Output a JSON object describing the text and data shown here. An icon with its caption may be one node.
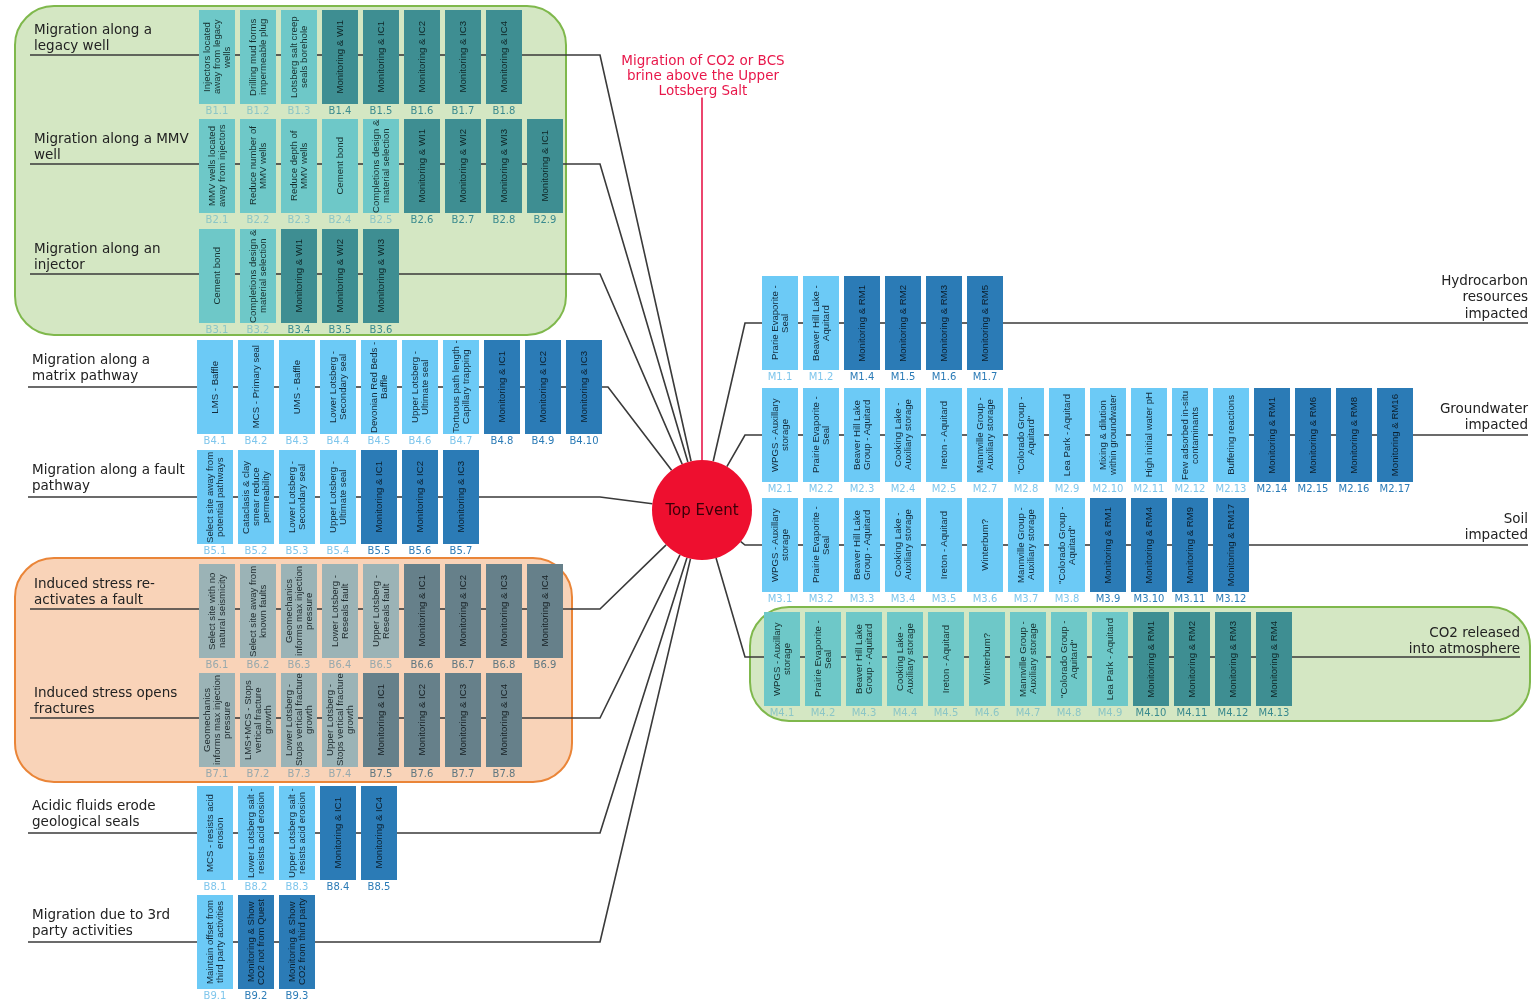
{
  "diagram": {
    "nodes": [
      {
        "text": [],
        "shape": "box"
      },
      {
        "text": [
          "Migration along a legacy well"
        ],
        "in": 0
      },
      {
        "text": [
          "Injectors located away from legacy wells"
        ],
        "beside": [
          "B1.1"
        ],
        "in": 0
      },
      {
        "text": [
          "Drilling mud forms impermeable plug"
        ],
        "beside": [
          "B1.2"
        ],
        "in": 0
      },
      {
        "text": [
          "Lotsberg salt creep seals borehole"
        ],
        "beside": [
          "B1.3"
        ],
        "in": 0
      },
      {
        "text": [
          "Monitoring & WI1"
        ],
        "beside": [
          "B1.4"
        ],
        "in": 0
      },
      {
        "text": [
          "Monitoring & IC1"
        ],
        "beside": [
          "B1.5"
        ],
        "in": 0
      },
      {
        "text": [
          "Monitoring & IC2"
        ],
        "beside": [
          "B1.6"
        ],
        "in": 0
      },
      {
        "text": [
          "Monitoring & IC3"
        ],
        "beside": [
          "B1.7"
        ],
        "in": 0
      },
      {
        "text": [
          "Monitoring & IC4"
        ],
        "beside": [
          "B1.8"
        ],
        "in": 0
      },
      {
        "text": [
          "Migration along a MMV well"
        ],
        "in": 0
      },
      {
        "text": [
          "MMV wells located away from injectors"
        ],
        "beside": [
          "B2.1"
        ],
        "in": 0
      },
      {
        "text": [
          "Reduce number of MMV wells"
        ],
        "beside": [
          "B2.2"
        ],
        "in": 0
      },
      {
        "text": [
          "Reduce depth of MMV wells"
        ],
        "beside": [
          "B2.3"
        ],
        "in": 0
      },
      {
        "text": [
          "Cement bond"
        ],
        "beside": [
          "B2.4"
        ],
        "in": 0
      },
      {
        "text": [
          "Completions design & material selection"
        ],
        "beside": [
          "B2.5"
        ],
        "in": 0
      },
      {
        "text": [
          "Monitoring & WI1"
        ],
        "beside": [
          "B2.6"
        ],
        "in": 0
      },
      {
        "text": [
          "Monitoring & WI2"
        ],
        "beside": [
          "B2.7"
        ],
        "in": 0
      },
      {
        "text": [
          "Monitoring & WI3"
        ],
        "beside": [
          "B2.8"
        ],
        "in": 0
      },
      {
        "text": [
          "Monitoring & IC1"
        ],
        "beside": [
          "B2.9"
        ],
        "in": 0
      },
      {
        "text": [
          "Migration along an injector"
        ],
        "in": 0
      },
      {
        "text": [
          "Cement bond"
        ],
        "beside": [
          "B3.1"
        ],
        "in": 0
      },
      {
        "text": [
          "Completions design & material selection"
        ],
        "beside": [
          "B3.2"
        ],
        "in": 0
      },
      {
        "text": [
          "Monitoring & WI1"
        ],
        "beside": [
          "B3.4"
        ],
        "in": 0
      },
      {
        "text": [
          "Monitoring & WI2"
        ],
        "beside": [
          "B3.5"
        ],
        "in": 0
      },
      {
        "text": [
          "Monitoring & WI3"
        ],
        "beside": [
          "B3.6"
        ],
        "in": 0
      },
      {
        "text": [
          "Migration along a matrix pathway"
        ]
      },
      {
        "text": [
          "LMS - Baffle"
        ],
        "beside": [
          "B4.1"
        ]
      },
      {
        "text": [
          "MCS - Primary seal"
        ],
        "beside": [
          "B4.2"
        ]
      },
      {
        "text": [
          "UMS - Baffle"
        ],
        "beside": [
          "B4.3"
        ]
      },
      {
        "text": [
          "Lower Lotsberg - Secondary seal"
        ],
        "beside": [
          "B4.4"
        ]
      },
      {
        "text": [
          "Devonian Red Beds - Baffle"
        ],
        "beside": [
          "B4.5"
        ]
      },
      {
        "text": [
          "Upper Lotsberg - Ultimate seal"
        ],
        "beside": [
          "B4.6"
        ]
      },
      {
        "text": [
          "Tortuous path length - Capillary trapping"
        ],
        "beside": [
          "B4.7"
        ]
      },
      {
        "text": [
          "Monitoring & IC1"
        ],
        "beside": [
          "B4.8"
        ]
      },
      {
        "text": [
          "Monitoring & IC2"
        ],
        "beside": [
          "B4.9"
        ]
      },
      {
        "text": [
          "Monitoring & IC3"
        ],
        "beside": [
          "B4.10"
        ]
      },
      {
        "text": [
          "Migration along a fault pathway"
        ]
      },
      {
        "text": [
          "Select site away from potential pathways"
        ],
        "beside": [
          "B5.1"
        ]
      },
      {
        "text": [
          "Cataclasis & clay smear reduce permeability"
        ],
        "beside": [
          "B5.2"
        ]
      },
      {
        "text": [
          "Lower Lotsberg - Secondary seal"
        ],
        "beside": [
          "B5.3"
        ]
      },
      {
        "text": [
          "Upper Lotsberg - Ultimate seal"
        ],
        "beside": [
          "B5.4"
        ]
      },
      {
        "text": [
          "Monitoring & IC1"
        ],
        "beside": [
          "B5.5"
        ]
      },
      {
        "text": [
          "Monitoring & IC2"
        ],
        "beside": [
          "B5.6"
        ]
      },
      {
        "text": [
          "Monitoring & IC3"
        ],
        "beside": [
          "B5.7"
        ]
      },
      {
        "text": [],
        "shape": "box"
      },
      {
        "text": [
          "Induced stress re-activates a fault"
        ],
        "in": 45
      },
      {
        "text": [
          "Select site with no natural seismicity"
        ],
        "beside": [
          "B6.1"
        ],
        "in": 45
      },
      {
        "text": [
          "Select site away from known faults"
        ],
        "beside": [
          "B6.2"
        ],
        "in": 45
      },
      {
        "text": [
          "Geomechanics informs max injection pressure"
        ],
        "beside": [
          "B6.3"
        ],
        "in": 45
      },
      {
        "text": [
          "Lower Lotsberg - Reseals fault"
        ],
        "beside": [
          "B6.4"
        ],
        "in": 45
      },
      {
        "text": [
          "Upper Lotsberg - Reseals fault"
        ],
        "beside": [
          "B6.5"
        ],
        "in": 45
      },
      {
        "text": [
          "Monitoring & IC1"
        ],
        "beside": [
          "B6.6"
        ],
        "in": 45
      },
      {
        "text": [
          "Monitoring & IC2"
        ],
        "beside": [
          "B6.7"
        ],
        "in": 45
      },
      {
        "text": [
          "Monitoring & IC3"
        ],
        "beside": [
          "B6.8"
        ],
        "in": 45
      },
      {
        "text": [
          "Monitoring & IC4"
        ],
        "beside": [
          "B6.9"
        ],
        "in": 45
      },
      {
        "text": [
          "Induced stress opens fractures"
        ],
        "in": 45
      },
      {
        "text": [
          "Geomechanics informs max injection pressure"
        ],
        "beside": [
          "B7.1"
        ],
        "in": 45
      },
      {
        "text": [
          "LMS+MCS - Stops vertical fracture growth"
        ],
        "beside": [
          "B7.2"
        ],
        "in": 45
      },
      {
        "text": [
          "Lower Lotsberg - Stops vertical fracture growth"
        ],
        "beside": [
          "B7.3"
        ],
        "in": 45
      },
      {
        "text": [
          "Upper Lotsberg - Stops vertical fracture growth"
        ],
        "beside": [
          "B7.4"
        ],
        "in": 45
      },
      {
        "text": [
          "Monitoring & IC1"
        ],
        "beside": [
          "B7.5"
        ],
        "in": 45
      },
      {
        "text": [
          "Monitoring & IC2"
        ],
        "beside": [
          "B7.6"
        ],
        "in": 45
      },
      {
        "text": [
          "Monitoring & IC3"
        ],
        "beside": [
          "B7.7"
        ],
        "in": 45
      },
      {
        "text": [
          "Monitoring & IC4"
        ],
        "beside": [
          "B7.8"
        ],
        "in": 45
      },
      {
        "text": [
          "Acidic fluids erode geological seals"
        ]
      },
      {
        "text": [
          "MCS - resists acid erosion"
        ],
        "beside": [
          "B8.1"
        ]
      },
      {
        "text": [
          "Lower Lotsberg salt - resists acid erosion"
        ],
        "beside": [
          "B8.2"
        ]
      },
      {
        "text": [
          "Upper Lotsberg salt - resists acid erosion"
        ],
        "beside": [
          "B8.3"
        ]
      },
      {
        "text": [
          "Monitoring & IC1"
        ],
        "beside": [
          "B8.4"
        ]
      },
      {
        "text": [
          "Monitoring & IC4"
        ],
        "beside": [
          "B8.5"
        ]
      },
      {
        "text": [
          "Migration due to 3rd party activities"
        ]
      },
      {
        "text": [
          "Maintain offset from third party activities"
        ],
        "beside": [
          "B9.1"
        ]
      },
      {
        "text": [
          "Monitoring & Show CO2 not from Quest"
        ],
        "beside": [
          "B9.2"
        ]
      },
      {
        "text": [
          "Monitoring & Show CO2 from third party"
        ],
        "beside": [
          "B9.3"
        ]
      },
      {
        "text": [
          "Migration of CO2 or BCS brine above the Upper Lotsberg Salt"
        ]
      },
      {
        "text": [
          "Top Event"
        ]
      },
      {
        "text": [
          "Prarie Evaporite - Seal"
        ],
        "beside": [
          "M1.1"
        ]
      },
      {
        "text": [
          "Beaver Hill Lake - Aquitard"
        ],
        "beside": [
          "M1.2"
        ]
      },
      {
        "text": [
          "Monitoring & RM1"
        ],
        "beside": [
          "M1.4"
        ]
      },
      {
        "text": [
          "Monitoring & RM2"
        ],
        "beside": [
          "M1.5"
        ]
      },
      {
        "text": [
          "Monitoring & RM3"
        ],
        "beside": [
          "M1.6"
        ]
      },
      {
        "text": [
          "Monitoring & RM5"
        ],
        "beside": [
          "M1.7"
        ]
      },
      {
        "text": [
          "Hydrocarbon resources impacted"
        ]
      },
      {
        "text": [
          "WPGS - Auxillary storage"
        ],
        "beside": [
          "M2.1"
        ]
      },
      {
        "text": [
          "Prairie Evaporite - Seal"
        ],
        "beside": [
          "M2.2"
        ]
      },
      {
        "text": [
          "Beaver Hill Lake Group - Aquitard"
        ],
        "beside": [
          "M2.3"
        ]
      },
      {
        "text": [
          "Cooking Lake - Auxiliary storage"
        ],
        "beside": [
          "M2.4"
        ]
      },
      {
        "text": [
          "Ireton - Aquitard"
        ],
        "beside": [
          "M2.5"
        ]
      },
      {
        "text": [
          "Mannville Group - Auxiliary storage"
        ],
        "beside": [
          "M2.7"
        ]
      },
      {
        "text": [
          "\"Colorado Group - Aquitard\""
        ],
        "beside": [
          "M2.8"
        ]
      },
      {
        "text": [
          "Lea Park - Aquitard"
        ],
        "beside": [
          "M2.9"
        ]
      },
      {
        "text": [
          "Mixing & dilution within groundwater"
        ],
        "beside": [
          "M2.10"
        ]
      },
      {
        "text": [
          "High initial water pH"
        ],
        "beside": [
          "M2.11"
        ]
      },
      {
        "text": [
          "Few adsorbed in-situ contaminants"
        ],
        "beside": [
          "M2.12"
        ]
      },
      {
        "text": [
          "Buffering reactions"
        ],
        "beside": [
          "M2.13"
        ]
      },
      {
        "text": [
          "Monitoring & RM1"
        ],
        "beside": [
          "M2.14"
        ]
      },
      {
        "text": [
          "Monitoring & RM6"
        ],
        "beside": [
          "M2.15"
        ]
      },
      {
        "text": [
          "Monitoring & RM8"
        ],
        "beside": [
          "M2.16"
        ]
      },
      {
        "text": [
          "Monitoring & RM16"
        ],
        "beside": [
          "M2.17"
        ]
      },
      {
        "text": [
          "Groundwater impacted"
        ]
      },
      {
        "text": [
          "WPGS - Auxillary storage"
        ],
        "beside": [
          "M3.1"
        ]
      },
      {
        "text": [
          "Prairie Evaporite - Seal"
        ],
        "beside": [
          "M3.2"
        ]
      },
      {
        "text": [
          "Beaver Hill Lake Group - Aquitard"
        ],
        "beside": [
          "M3.3"
        ]
      },
      {
        "text": [
          "Cooking Lake - Auxiliary storage"
        ],
        "beside": [
          "M3.4"
        ]
      },
      {
        "text": [
          "Ireton - Aquitard"
        ],
        "beside": [
          "M3.5"
        ]
      },
      {
        "text": [
          "Winterbum?"
        ],
        "beside": [
          "M3.6"
        ]
      },
      {
        "text": [
          "Mannville Group - Auxiliary storage"
        ],
        "beside": [
          "M3.7"
        ]
      },
      {
        "text": [
          "\"Colorado Group - Aquitard\""
        ],
        "beside": [
          "M3.8"
        ]
      },
      {
        "text": [
          "Monitoring & RM1"
        ],
        "beside": [
          "M3.9"
        ]
      },
      {
        "text": [
          "Monitoring & RM4"
        ],
        "beside": [
          "M3.10"
        ]
      },
      {
        "text": [
          "Monitoring & RM9"
        ],
        "beside": [
          "M3.11"
        ]
      },
      {
        "text": [
          "Monitoring & RM17"
        ],
        "beside": [
          "M3.12"
        ]
      },
      {
        "text": [
          "Soil impacted"
        ]
      },
      {
        "text": [],
        "shape": "box"
      },
      {
        "text": [
          "WPGS - Auxillary storage"
        ],
        "beside": [
          "M4.1"
        ],
        "in": 114
      },
      {
        "text": [
          "Prairie Evaporite - Seal"
        ],
        "beside": [
          "M4.2"
        ],
        "in": 114
      },
      {
        "text": [
          "Beaver Hill Lake Group - Aquitard"
        ],
        "beside": [
          "M4.3"
        ],
        "in": 114
      },
      {
        "text": [
          "Cooking Lake - Auxiliary storage"
        ],
        "beside": [
          "M4.4"
        ],
        "in": 114
      },
      {
        "text": [
          "Ireton - Aquitard"
        ],
        "beside": [
          "M4.5"
        ],
        "in": 114
      },
      {
        "text": [
          "Winterbum?"
        ],
        "beside": [
          "M4.6"
        ],
        "in": 114
      },
      {
        "text": [
          "Mannville Group - Auxiliary storage"
        ],
        "beside": [
          "M4.7"
        ],
        "in": 114
      },
      {
        "text": [
          "\"Colorado Group - Aquitard\""
        ],
        "beside": [
          "M4.8"
        ],
        "in": 114
      },
      {
        "text": [
          "Lea Park - Aquitard"
        ],
        "beside": [
          "M4.9"
        ],
        "in": 114
      },
      {
        "text": [
          "Monitoring & RM1"
        ],
        "beside": [
          "M4.10"
        ],
        "in": 114
      },
      {
        "text": [
          "Monitoring & RM2"
        ],
        "beside": [
          "M4.11"
        ],
        "in": 114
      },
      {
        "text": [
          "Monitoring & RM3"
        ],
        "beside": [
          "M4.12"
        ],
        "in": 114
      },
      {
        "text": [
          "Monitoring & RM4"
        ],
        "beside": [
          "M4.13"
        ],
        "in": 114
      },
      {
        "text": [
          "CO2 released into atmosphere"
        ],
        "in": 114
      }
    ],
    "edges": [
      {
        "from": 1,
        "to": 2,
        "arrow": "none"
      },
      {
        "from": 2,
        "to": 3,
        "arrow": "none"
      },
      {
        "from": 3,
        "to": 4,
        "arrow": "none"
      },
      {
        "from": 4,
        "to": 5,
        "arrow": "none"
      },
      {
        "from": 5,
        "to": 6,
        "arrow": "none"
      },
      {
        "from": 6,
        "to": 7,
        "arrow": "none"
      },
      {
        "from": 7,
        "to": 8,
        "arrow": "none"
      },
      {
        "from": 8,
        "to": 9,
        "arrow": "none"
      },
      {
        "from": 9,
        "to": 76,
        "arrow": "none"
      },
      {
        "from": 10,
        "to": 11,
        "arrow": "none"
      },
      {
        "from": 11,
        "to": 12,
        "arrow": "none"
      },
      {
        "from": 12,
        "to": 13,
        "arrow": "none"
      },
      {
        "from": 13,
        "to": 14,
        "arrow": "none"
      },
      {
        "from": 14,
        "to": 15,
        "arrow": "none"
      },
      {
        "from": 15,
        "to": 16,
        "arrow": "none"
      },
      {
        "from": 16,
        "to": 17,
        "arrow": "none"
      },
      {
        "from": 17,
        "to": 18,
        "arrow": "none"
      },
      {
        "from": 18,
        "to": 19,
        "arrow": "none"
      },
      {
        "from": 19,
        "to": 76,
        "arrow": "none"
      },
      {
        "from": 20,
        "to": 21,
        "arrow": "none"
      },
      {
        "from": 21,
        "to": 22,
        "arrow": "none"
      },
      {
        "from": 22,
        "to": 23,
        "arrow": "none"
      },
      {
        "from": 23,
        "to": 24,
        "arrow": "none"
      },
      {
        "from": 24,
        "to": 25,
        "arrow": "none"
      },
      {
        "from": 25,
        "to": 76,
        "arrow": "none"
      },
      {
        "from": 26,
        "to": 27,
        "arrow": "none"
      },
      {
        "from": 27,
        "to": 28,
        "arrow": "none"
      },
      {
        "from": 28,
        "to": 29,
        "arrow": "none"
      },
      {
        "from": 29,
        "to": 30,
        "arrow": "none"
      },
      {
        "from": 30,
        "to": 31,
        "arrow": "none"
      },
      {
        "from": 31,
        "to": 32,
        "arrow": "none"
      },
      {
        "from": 32,
        "to": 33,
        "arrow": "none"
      },
      {
        "from": 33,
        "to": 34,
        "arrow": "none"
      },
      {
        "from": 34,
        "to": 35,
        "arrow": "none"
      },
      {
        "from": 35,
        "to": 36,
        "arrow": "none"
      },
      {
        "from": 36,
        "to": 76,
        "arrow": "none"
      },
      {
        "from": 37,
        "to": 38,
        "arrow": "none"
      },
      {
        "from": 38,
        "to": 39,
        "arrow": "none"
      },
      {
        "from": 39,
        "to": 40,
        "arrow": "none"
      },
      {
        "from": 40,
        "to": 41,
        "arrow": "none"
      },
      {
        "from": 41,
        "to": 42,
        "arrow": "none"
      },
      {
        "from": 42,
        "to": 43,
        "arrow": "none"
      },
      {
        "from": 43,
        "to": 44,
        "arrow": "none"
      },
      {
        "from": 44,
        "to": 76,
        "arrow": "none"
      },
      {
        "from": 46,
        "to": 47,
        "arrow": "none"
      },
      {
        "from": 47,
        "to": 48,
        "arrow": "none"
      },
      {
        "from": 48,
        "to": 49,
        "arrow": "none"
      },
      {
        "from": 49,
        "to": 50,
        "arrow": "none"
      },
      {
        "from": 50,
        "to": 51,
        "arrow": "none"
      },
      {
        "from": 51,
        "to": 52,
        "arrow": "none"
      },
      {
        "from": 52,
        "to": 53,
        "arrow": "none"
      },
      {
        "from": 53,
        "to": 54,
        "arrow": "none"
      },
      {
        "from": 54,
        "to": 55,
        "arrow": "none"
      },
      {
        "from": 55,
        "to": 76,
        "arrow": "none"
      },
      {
        "from": 56,
        "to": 57,
        "arrow": "none"
      },
      {
        "from": 57,
        "to": 58,
        "arrow": "none"
      },
      {
        "from": 58,
        "to": 59,
        "arrow": "none"
      },
      {
        "from": 59,
        "to": 60,
        "arrow": "none"
      },
      {
        "from": 60,
        "to": 61,
        "arrow": "none"
      },
      {
        "from": 61,
        "to": 62,
        "arrow": "none"
      },
      {
        "from": 62,
        "to": 63,
        "arrow": "none"
      },
      {
        "from": 63,
        "to": 64,
        "arrow": "none"
      },
      {
        "from": 64,
        "to": 76,
        "arrow": "none"
      },
      {
        "from": 65,
        "to": 66,
        "arrow": "none"
      },
      {
        "from": 66,
        "to": 67,
        "arrow": "none"
      },
      {
        "from": 67,
        "to": 68,
        "arrow": "none"
      },
      {
        "from": 68,
        "to": 69,
        "arrow": "none"
      },
      {
        "from": 69,
        "to": 70,
        "arrow": "none"
      },
      {
        "from": 70,
        "to": 76,
        "arrow": "none"
      },
      {
        "from": 71,
        "to": 72,
        "arrow": "none"
      },
      {
        "from": 72,
        "to": 73,
        "arrow": "none"
      },
      {
        "from": 73,
        "to": 74,
        "arrow": "none"
      },
      {
        "from": 74,
        "to": 76,
        "arrow": "none"
      },
      {
        "from": 75,
        "to": 76,
        "arrow": "none",
        "color": "#e8174a"
      },
      {
        "from": 76,
        "to": 77,
        "arrow": "none"
      },
      {
        "from": 77,
        "to": 78,
        "arrow": "none"
      },
      {
        "from": 78,
        "to": 79,
        "arrow": "none"
      },
      {
        "from": 79,
        "to": 80,
        "arrow": "none"
      },
      {
        "from": 80,
        "to": 81,
        "arrow": "none"
      },
      {
        "from": 81,
        "to": 82,
        "arrow": "none"
      },
      {
        "from": 82,
        "to": 83,
        "arrow": "none"
      },
      {
        "from": 76,
        "to": 84,
        "arrow": "none"
      },
      {
        "from": 84,
        "to": 85,
        "arrow": "none"
      },
      {
        "from": 85,
        "to": 86,
        "arrow": "none"
      },
      {
        "from": 86,
        "to": 87,
        "arrow": "none"
      },
      {
        "from": 87,
        "to": 88,
        "arrow": "none"
      },
      {
        "from": 88,
        "to": 89,
        "arrow": "none"
      },
      {
        "from": 89,
        "to": 90,
        "arrow": "none"
      },
      {
        "from": 90,
        "to": 91,
        "arrow": "none"
      },
      {
        "from": 91,
        "to": 92,
        "arrow": "none"
      },
      {
        "from": 92,
        "to": 93,
        "arrow": "none"
      },
      {
        "from": 93,
        "to": 94,
        "arrow": "none"
      },
      {
        "from": 94,
        "to": 95,
        "arrow": "none"
      },
      {
        "from": 95,
        "to": 96,
        "arrow": "none"
      },
      {
        "from": 96,
        "to": 97,
        "arrow": "none"
      },
      {
        "from": 97,
        "to": 98,
        "arrow": "none"
      },
      {
        "from": 98,
        "to": 99,
        "arrow": "none"
      },
      {
        "from": 99,
        "to": 100,
        "arrow": "none"
      },
      {
        "from": 76,
        "to": 101,
        "arrow": "none"
      },
      {
        "from": 101,
        "to": 102,
        "arrow": "none"
      },
      {
        "from": 102,
        "to": 103,
        "arrow": "none"
      },
      {
        "from": 103,
        "to": 104,
        "arrow": "none"
      },
      {
        "from": 104,
        "to": 105,
        "arrow": "none"
      },
      {
        "from": 105,
        "to": 106,
        "arrow": "none"
      },
      {
        "from": 106,
        "to": 107,
        "arrow": "none"
      },
      {
        "from": 107,
        "to": 108,
        "arrow": "none"
      },
      {
        "from": 108,
        "to": 109,
        "arrow": "none"
      },
      {
        "from": 109,
        "to": 110,
        "arrow": "none"
      },
      {
        "from": 110,
        "to": 111,
        "arrow": "none"
      },
      {
        "from": 111,
        "to": 112,
        "arrow": "none"
      },
      {
        "from": 112,
        "to": 113,
        "arrow": "none"
      },
      {
        "from": 76,
        "to": 115,
        "arrow": "none"
      },
      {
        "from": 115,
        "to": 116,
        "arrow": "none"
      },
      {
        "from": 116,
        "to": 117,
        "arrow": "none"
      },
      {
        "from": 117,
        "to": 118,
        "arrow": "none"
      },
      {
        "from": 118,
        "to": 119,
        "arrow": "none"
      },
      {
        "from": 119,
        "to": 120,
        "arrow": "none"
      },
      {
        "from": 120,
        "to": 121,
        "arrow": "none"
      },
      {
        "from": 121,
        "to": 122,
        "arrow": "none"
      },
      {
        "from": 122,
        "to": 123,
        "arrow": "none"
      },
      {
        "from": 123,
        "to": 124,
        "arrow": "none"
      },
      {
        "from": 124,
        "to": 125,
        "arrow": "none"
      },
      {
        "from": 125,
        "to": 126,
        "arrow": "none"
      },
      {
        "from": 126,
        "to": 127,
        "arrow": "none"
      },
      {
        "from": 127,
        "to": 128,
        "arrow": "none"
      }
    ]
  }
}
